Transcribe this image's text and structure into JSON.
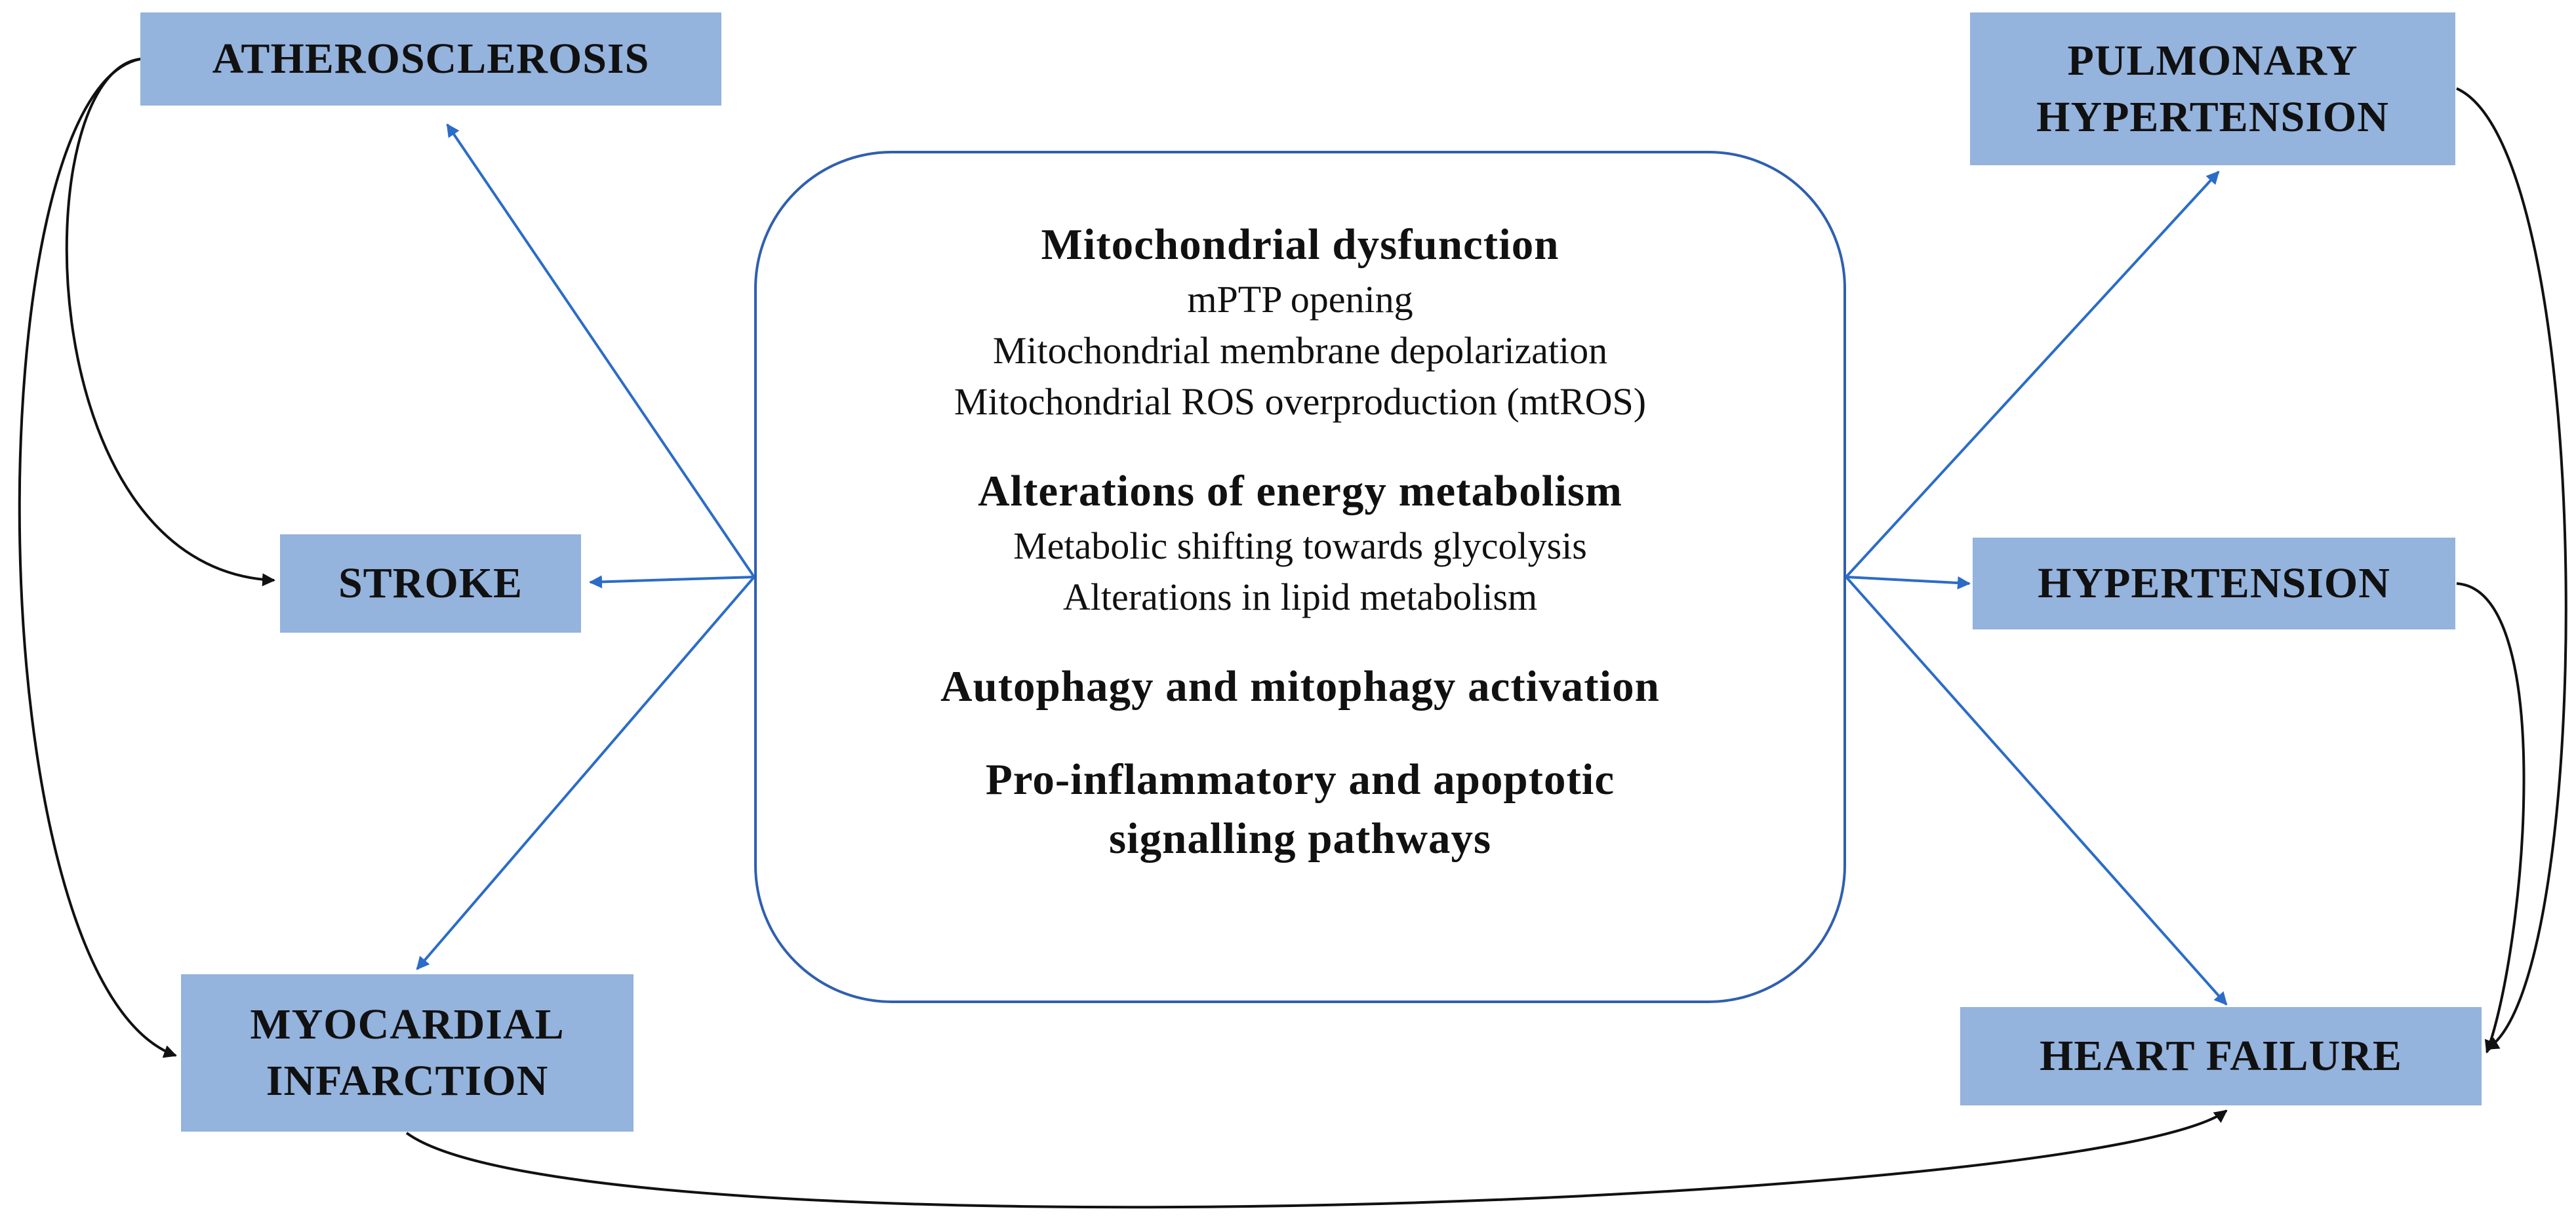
{
  "colors": {
    "node_fill": "#94b3dd",
    "blue_arrow": "#2b6cc7",
    "black_arrow": "#111111",
    "center_border": "#2f5fb0",
    "text": "#111111"
  },
  "nodes": {
    "atherosclerosis": {
      "lines": [
        "ATHEROSCLEROSIS"
      ]
    },
    "stroke": {
      "lines": [
        "STROKE"
      ]
    },
    "myocardial_infarction": {
      "lines": [
        "MYOCARDIAL",
        "INFARCTION"
      ]
    },
    "pulmonary_hypertension": {
      "lines": [
        "PULMONARY",
        "HYPERTENSION"
      ]
    },
    "hypertension": {
      "lines": [
        "HYPERTENSION"
      ]
    },
    "heart_failure": {
      "lines": [
        "HEART FAILURE"
      ]
    }
  },
  "center": {
    "sections": [
      {
        "heading": [
          "Mitochondrial dysfunction"
        ],
        "items": [
          "mPTP opening",
          "Mitochondrial membrane depolarization",
          "Mitochondrial ROS overproduction (mtROS)"
        ]
      },
      {
        "heading": [
          "Alterations of energy metabolism"
        ],
        "items": [
          "Metabolic shifting towards glycolysis",
          "Alterations in lipid metabolism"
        ]
      },
      {
        "heading": [
          "Autophagy and mitophagy activation"
        ],
        "items": []
      },
      {
        "heading": [
          "Pro-inflammatory and apoptotic",
          "signalling pathways"
        ],
        "items": []
      }
    ]
  },
  "edges": [
    {
      "from": "center",
      "to": "atherosclerosis",
      "color": "blue"
    },
    {
      "from": "center",
      "to": "stroke",
      "color": "blue"
    },
    {
      "from": "center",
      "to": "myocardial_infarction",
      "color": "blue"
    },
    {
      "from": "center",
      "to": "pulmonary_hypertension",
      "color": "blue"
    },
    {
      "from": "center",
      "to": "hypertension",
      "color": "blue"
    },
    {
      "from": "center",
      "to": "heart_failure",
      "color": "blue"
    },
    {
      "from": "atherosclerosis",
      "to": "stroke",
      "color": "black"
    },
    {
      "from": "atherosclerosis",
      "to": "myocardial_infarction",
      "color": "black"
    },
    {
      "from": "myocardial_infarction",
      "to": "heart_failure",
      "color": "black"
    },
    {
      "from": "pulmonary_hypertension",
      "to": "heart_failure",
      "color": "black"
    },
    {
      "from": "hypertension",
      "to": "heart_failure",
      "color": "black"
    }
  ]
}
